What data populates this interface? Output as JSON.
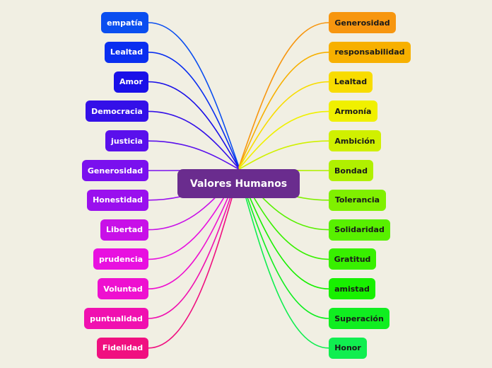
{
  "center": {
    "label": "Valores Humanos",
    "color": "#6a2c8e"
  },
  "left_nodes": [
    {
      "label": "empatía",
      "color": "#0a4ef0"
    },
    {
      "label": "Lealtad",
      "color": "#0a2ef0"
    },
    {
      "label": "Amor",
      "color": "#1a10e8"
    },
    {
      "label": "Democracia",
      "color": "#3410e8"
    },
    {
      "label": "justicia",
      "color": "#5a10ec"
    },
    {
      "label": "Generosidad",
      "color": "#7a10ee"
    },
    {
      "label": "Honestidad",
      "color": "#9a10ee"
    },
    {
      "label": "Libertad",
      "color": "#c810e8"
    },
    {
      "label": "prudencia",
      "color": "#e810e0"
    },
    {
      "label": "Voluntad",
      "color": "#ee10d0"
    },
    {
      "label": "puntualidad",
      "color": "#f010b0"
    },
    {
      "label": "Fidelidad",
      "color": "#f01080"
    }
  ],
  "right_nodes": [
    {
      "label": "Generosidad",
      "color": "#f7960f"
    },
    {
      "label": "responsabilidad",
      "color": "#f7b000"
    },
    {
      "label": "Lealtad",
      "color": "#f8dc00"
    },
    {
      "label": "Armonía",
      "color": "#f0f000"
    },
    {
      "label": "Ambición",
      "color": "#d0f000"
    },
    {
      "label": "Bondad",
      "color": "#b0f000"
    },
    {
      "label": "Tolerancia",
      "color": "#80f000"
    },
    {
      "label": "Solidaridad",
      "color": "#58f000"
    },
    {
      "label": "Gratitud",
      "color": "#38f000"
    },
    {
      "label": "amistad",
      "color": "#18f000"
    },
    {
      "label": "Superación",
      "color": "#10ee20"
    },
    {
      "label": "Honor",
      "color": "#10ee50"
    }
  ]
}
